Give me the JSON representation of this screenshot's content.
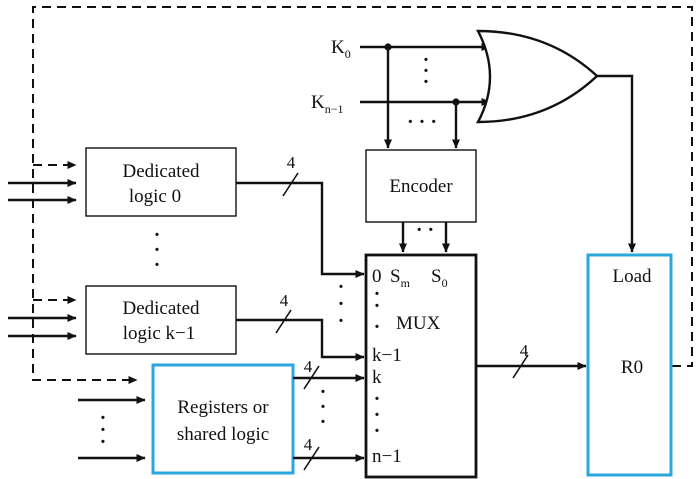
{
  "inputs": {
    "k0": "K",
    "k0_sub": "0",
    "kn1": "K",
    "kn1_sub": "n−1"
  },
  "blocks": {
    "dedicated0_line1": "Dedicated",
    "dedicated0_line2": "logic 0",
    "dedicatedk_line1": "Dedicated",
    "dedicatedk_line2": "logic k−1",
    "registers_line1": "Registers or",
    "registers_line2": "shared logic",
    "encoder": "Encoder",
    "load": "Load",
    "r0": "R0"
  },
  "mux": {
    "label": "MUX",
    "in0": "0",
    "sm": "S",
    "sm_sub": "m",
    "s0": "S",
    "s0_sub": "0",
    "in_k1": "k−1",
    "in_k": "k",
    "in_n1": "n−1"
  },
  "buses": {
    "w1": "4",
    "w2": "4",
    "w3": "4",
    "w4": "4",
    "w5": "4"
  },
  "colors": {
    "highlight": "#2aa7df",
    "line": "#111111"
  }
}
